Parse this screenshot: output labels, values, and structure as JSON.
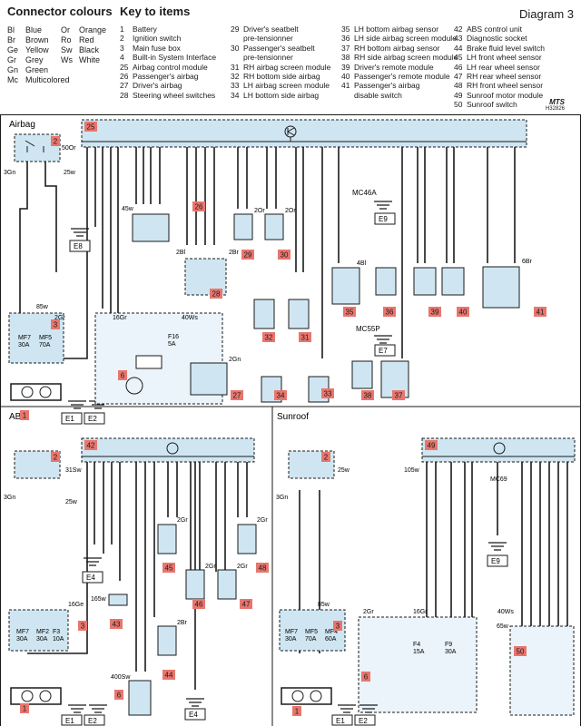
{
  "header": {
    "connector_title": "Connector colours",
    "key_title": "Key to items",
    "diagram_label": "Diagram 3",
    "logo": "MTS",
    "ref": "H32826"
  },
  "connector_colours": [
    {
      "code": "Bl",
      "name": "Blue"
    },
    {
      "code": "Br",
      "name": "Brown"
    },
    {
      "code": "Ge",
      "name": "Yellow"
    },
    {
      "code": "Gr",
      "name": "Grey"
    },
    {
      "code": "Gn",
      "name": "Green"
    },
    {
      "code": "Mc",
      "name": "Multicolored"
    },
    {
      "code": "Or",
      "name": "Orange"
    },
    {
      "code": "Ro",
      "name": "Red"
    },
    {
      "code": "Sw",
      "name": "Black"
    },
    {
      "code": "Ws",
      "name": "White"
    }
  ],
  "key_items": [
    {
      "n": "1",
      "t": "Battery"
    },
    {
      "n": "2",
      "t": "Ignition switch"
    },
    {
      "n": "3",
      "t": "Main fuse box"
    },
    {
      "n": "4",
      "t": "Built-in System Interface"
    },
    {
      "n": "25",
      "t": "Airbag control module"
    },
    {
      "n": "26",
      "t": "Passenger's airbag"
    },
    {
      "n": "27",
      "t": "Driver's airbag"
    },
    {
      "n": "28",
      "t": "Steering wheel switches"
    },
    {
      "n": "29",
      "t": "Driver's seatbelt"
    },
    {
      "n": "",
      "t": "pre-tensionner"
    },
    {
      "n": "30",
      "t": "Passenger's seatbelt"
    },
    {
      "n": "",
      "t": "pre-tensionner"
    },
    {
      "n": "31",
      "t": "RH airbag screen module"
    },
    {
      "n": "32",
      "t": "RH bottom side airbag"
    },
    {
      "n": "33",
      "t": "LH airbag screen module"
    },
    {
      "n": "34",
      "t": "LH bottom side airbag"
    },
    {
      "n": "35",
      "t": "LH bottom airbag sensor"
    },
    {
      "n": "36",
      "t": "LH side airbag screen module"
    },
    {
      "n": "37",
      "t": "RH bottom airbag sensor"
    },
    {
      "n": "38",
      "t": "RH side airbag screen module"
    },
    {
      "n": "39",
      "t": "Driver's remote module"
    },
    {
      "n": "40",
      "t": "Passenger's remote module"
    },
    {
      "n": "41",
      "t": "Passenger's airbag"
    },
    {
      "n": "",
      "t": "disable switch"
    },
    {
      "n": "42",
      "t": "ABS control unit"
    },
    {
      "n": "43",
      "t": "Diagnostic socket"
    },
    {
      "n": "44",
      "t": "Brake fluid level switch"
    },
    {
      "n": "45",
      "t": "LH front wheel sensor"
    },
    {
      "n": "46",
      "t": "LH rear wheel sensor"
    },
    {
      "n": "47",
      "t": "RH rear wheel sensor"
    },
    {
      "n": "48",
      "t": "RH front wheel sensor"
    },
    {
      "n": "49",
      "t": "Sunroof motor module"
    },
    {
      "n": "50",
      "t": "Sunroof switch"
    }
  ],
  "sections": {
    "airbag": "Airbag",
    "abs": "ABS",
    "sunroof": "Sunroof"
  },
  "badges": [
    "1",
    "2",
    "3",
    "6",
    "25",
    "26",
    "27",
    "28",
    "29",
    "30",
    "31",
    "32",
    "33",
    "34",
    "35",
    "36",
    "37",
    "38",
    "39",
    "40",
    "41",
    "42",
    "43",
    "44",
    "45",
    "46",
    "47",
    "48",
    "49",
    "50"
  ],
  "labels": {
    "e1": "E1",
    "e2": "E2",
    "e4": "E4",
    "e7": "E7",
    "e8": "E8",
    "e9": "E9",
    "mc46a": "MC46A",
    "mc55p": "MC55P",
    "mc69": "MC69",
    "f16": "F16",
    "f16a": "5A",
    "mf7": "MF7",
    "mf7a": "30A",
    "mf5": "MF5",
    "mf5a": "70A",
    "mf2": "MF2",
    "mf2a": "30A",
    "f3": "F3",
    "f3a": "10A",
    "mf4": "MF4",
    "mf4a": "60A",
    "f4": "F4",
    "f4a": "15A",
    "f9": "F9",
    "f9a": "30A",
    "c3gn": "3Gn",
    "c25w": "25w",
    "c50or": "50Or",
    "c85w": "85w",
    "c2gr": "2Gr",
    "c16gr": "16Gr",
    "c40ws": "40Ws",
    "c45w": "45w",
    "c2bl": "2Bl",
    "c2br": "2Br",
    "c2gn": "2Gn",
    "c2or": "2Or",
    "c4bl": "4Bl",
    "c6br": "6Br",
    "c31sw": "31Sw",
    "c16ge": "16Ge",
    "c165w": "165w",
    "c400sw": "400Sw",
    "c105w": "105w",
    "c65w": "65w"
  },
  "colors": {
    "badge": "#e8766e",
    "module_fill": "#cfe6f2",
    "wire": "#1a1a1a"
  }
}
